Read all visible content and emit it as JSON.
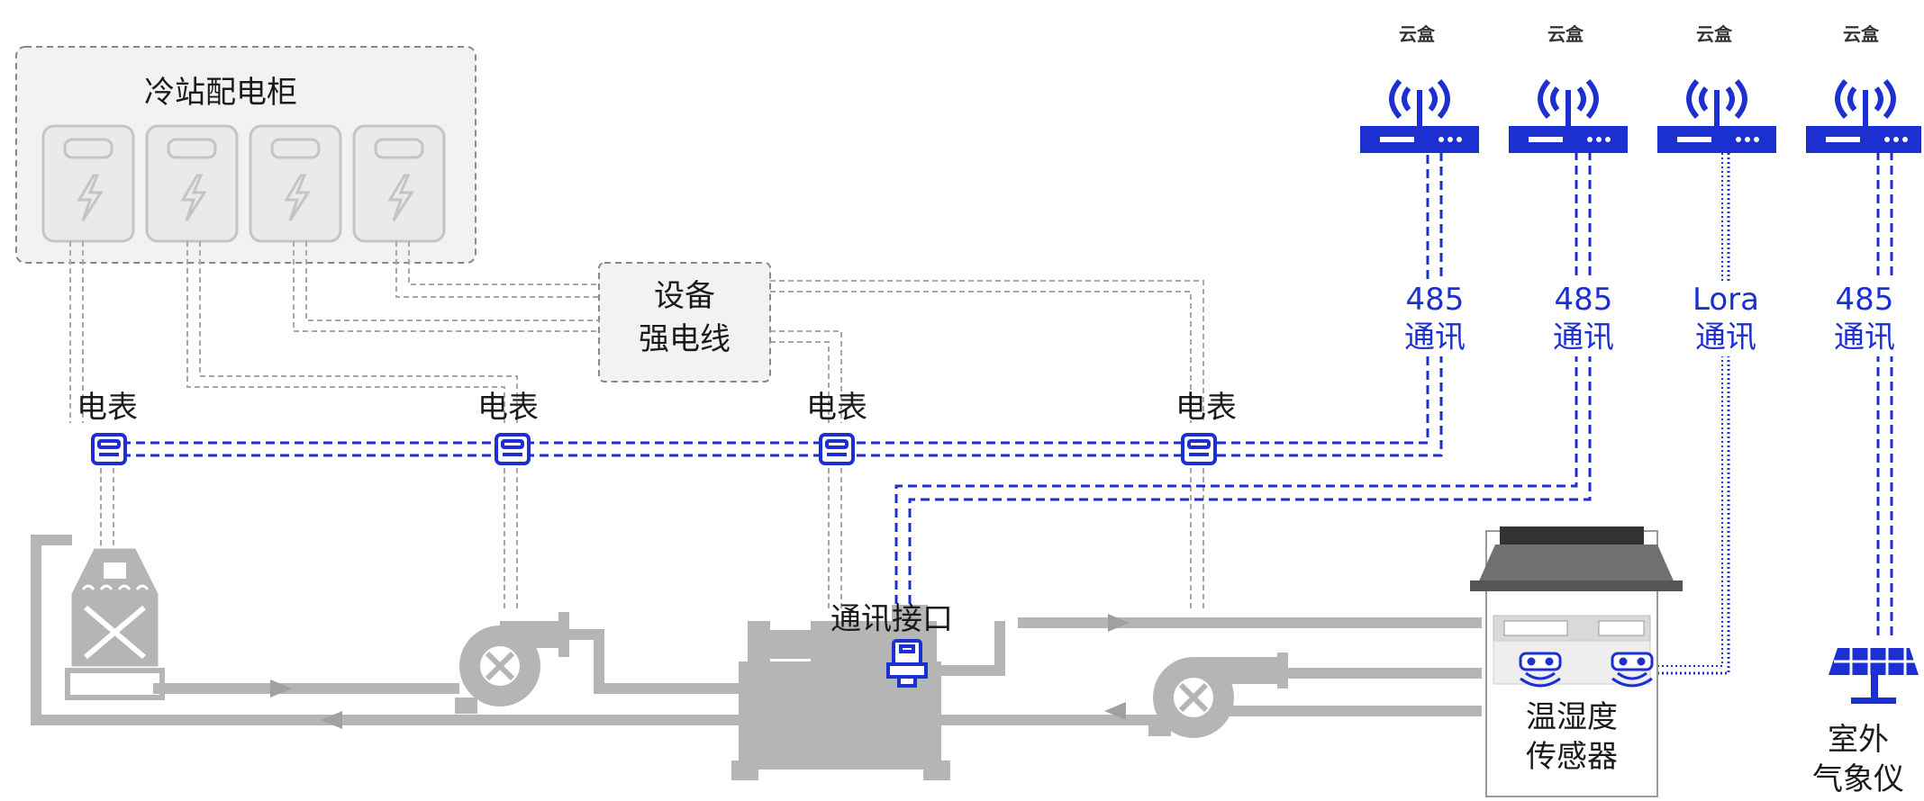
{
  "cabinet": {
    "title": "冷站配电柜",
    "panel_count": 4
  },
  "power_line": {
    "line1": "设备",
    "line2": "强电线"
  },
  "meters": [
    {
      "label": "电表"
    },
    {
      "label": "电表"
    },
    {
      "label": "电表"
    },
    {
      "label": "电表"
    }
  ],
  "gateways": [
    {
      "label": "云盒",
      "comm_line1": "485",
      "comm_line2": "通讯"
    },
    {
      "label": "云盒",
      "comm_line1": "485",
      "comm_line2": "通讯"
    },
    {
      "label": "云盒",
      "comm_line1": "Lora",
      "comm_line2": "通讯"
    },
    {
      "label": "云盒",
      "comm_line1": "485",
      "comm_line2": "通讯"
    }
  ],
  "chiller": {
    "interface_label": "通讯接口"
  },
  "sensor": {
    "line1": "温湿度",
    "line2": "传感器"
  },
  "weather": {
    "line1": "室外",
    "line2": "气象仪"
  },
  "colors": {
    "accent_blue": "#1c2fd0",
    "equipment_gray": "#b5b5b5",
    "dark": "#3a3a3a"
  }
}
